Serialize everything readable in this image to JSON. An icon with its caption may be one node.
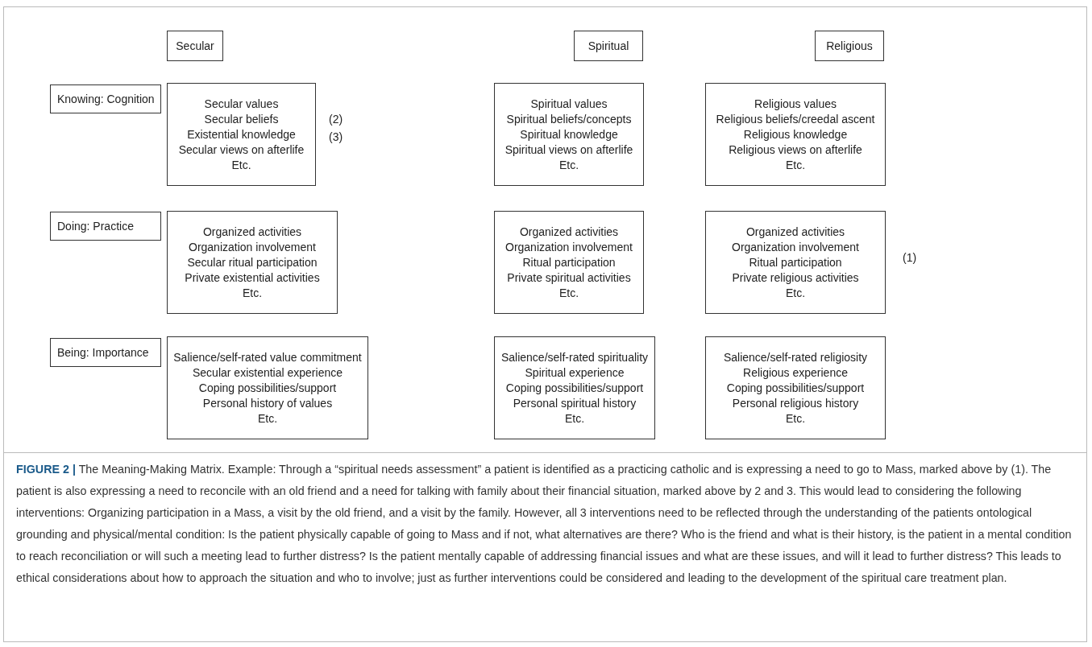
{
  "diagram": {
    "nodes": [
      {
        "text": [
          "Secular"
        ]
      },
      {
        "text": [
          "Spiritual"
        ]
      },
      {
        "text": [
          "Religious"
        ]
      },
      {
        "text": [
          "Knowing: Cognition"
        ]
      },
      {
        "text": [
          "Secular values",
          "Secular beliefs",
          "Existential knowledge",
          "Secular views on afterlife",
          "Etc."
        ]
      },
      {
        "text": [
          "Spiritual values",
          "Spiritual beliefs/concepts",
          "Spiritual knowledge",
          "Spiritual views on afterlife",
          "Etc."
        ]
      },
      {
        "text": [
          "Religious values",
          "Religious beliefs/creedal ascent",
          "Religious knowledge",
          "Religious views on afterlife",
          "Etc."
        ]
      },
      {
        "text": [
          "Doing: Practice"
        ]
      },
      {
        "text": [
          "Organized activities",
          "Organization involvement",
          "Secular ritual participation",
          "Private existential activities",
          "Etc."
        ]
      },
      {
        "text": [
          "Organized activities",
          "Organization involvement",
          "Ritual participation",
          "Private spiritual activities",
          "Etc."
        ]
      },
      {
        "text": [
          "Organized activities",
          "Organization involvement",
          "Ritual participation",
          "Private religious activities",
          "Etc."
        ]
      },
      {
        "text": [
          "Being: Importance"
        ]
      },
      {
        "text": [
          "Salience/self-rated value commitment",
          "Secular existential experience",
          "Coping possibilities/support",
          "Personal history of values",
          "Etc."
        ]
      },
      {
        "text": [
          "Salience/self-rated spirituality",
          "Spiritual experience",
          "Coping possibilities/support",
          "Personal spiritual history",
          "Etc."
        ]
      },
      {
        "text": [
          "Salience/self-rated religiosity",
          "Religious experience",
          "Coping possibilities/support",
          "Personal religious history",
          "Etc."
        ]
      }
    ],
    "edges": [],
    "labels": [
      "(2)",
      "(3)",
      "(1)"
    ],
    "caption": "**FIGURE 2 |** The Meaning-Making Matrix. Example: Through a “spiritual needs assessment” a patient is identified as a practicing catholic and is expressing a need to go to Mass, marked above by (1). The patient is also expressing a need to reconcile with an old friend and a need for talking with family about their financial situation, marked above by 2 and 3. This would lead to considering the following interventions: Organizing participation in a Mass, a visit by the old friend, and a visit by the family. However, all 3 interventions need to be reflected through the understanding of the patients ontological grounding and physical/mental condition: Is the patient physically capable of going to Mass and if not, what alternatives are there? Who is the friend and what is their history, is the patient in a mental condition to reach reconciliation or will such a meeting lead to further distress? Is the patient mentally capable of addressing financial issues and what are these issues, and will it lead to further distress? This leads to ethical considerations about how to approach the situation and who to involve; just as further interventions could be considered and leading to the development of the spiritual care treatment plan."
  }
}
